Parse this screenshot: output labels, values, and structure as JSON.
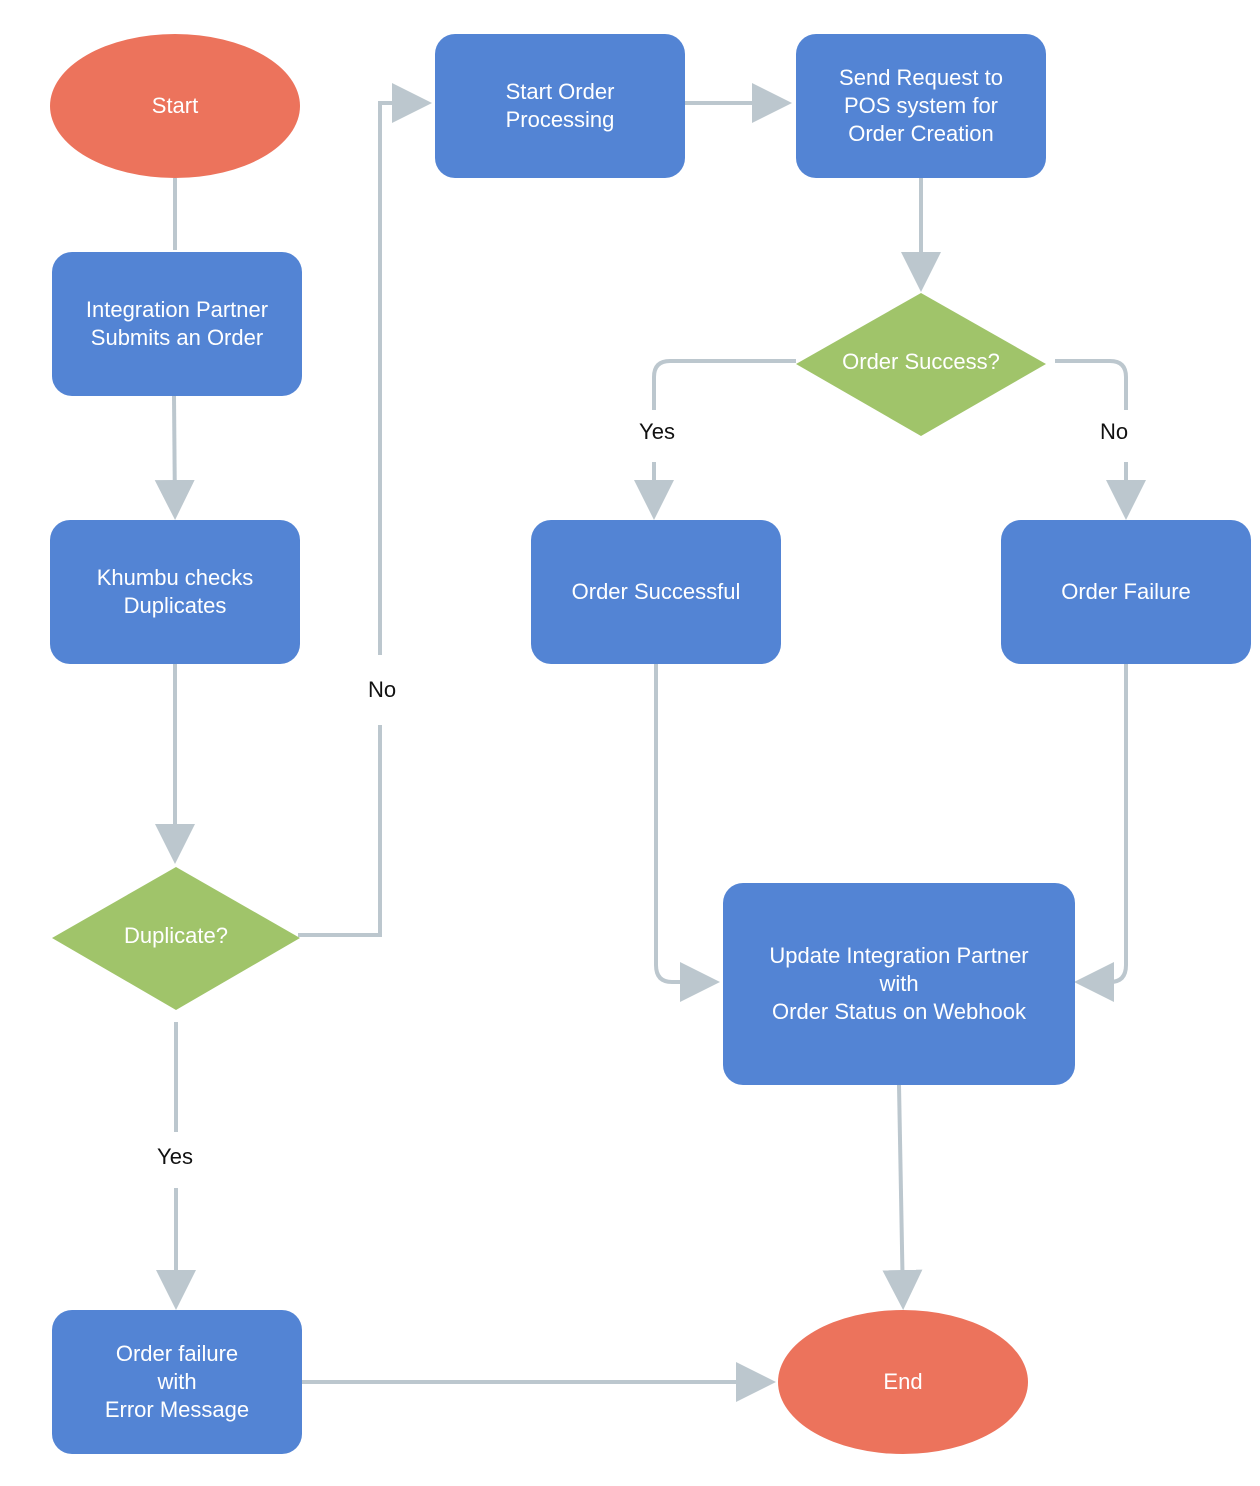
{
  "colors": {
    "process": "#5384D4",
    "terminal": "#EC735C",
    "decision": "#A0C46A",
    "connector": "#BCC7CE"
  },
  "nodes": {
    "start": "Start",
    "submit": "Integration Partner\nSubmits an Order",
    "check_duplicates": "Khumbu checks\nDuplicates",
    "duplicate_decision": "Duplicate?",
    "order_failure_error": "Order failure\nwith\nError Message",
    "start_processing": "Start Order\nProcessing",
    "send_request": "Send Request to\nPOS system for\nOrder Creation",
    "success_decision": "Order Success?",
    "order_successful": "Order Successful",
    "order_failure": "Order Failure",
    "update_partner": "Update Integration Partner\nwith\nOrder Status on Webhook",
    "end": "End"
  },
  "edge_labels": {
    "duplicate_no": "No",
    "duplicate_yes": "Yes",
    "success_yes": "Yes",
    "success_no": "No"
  }
}
